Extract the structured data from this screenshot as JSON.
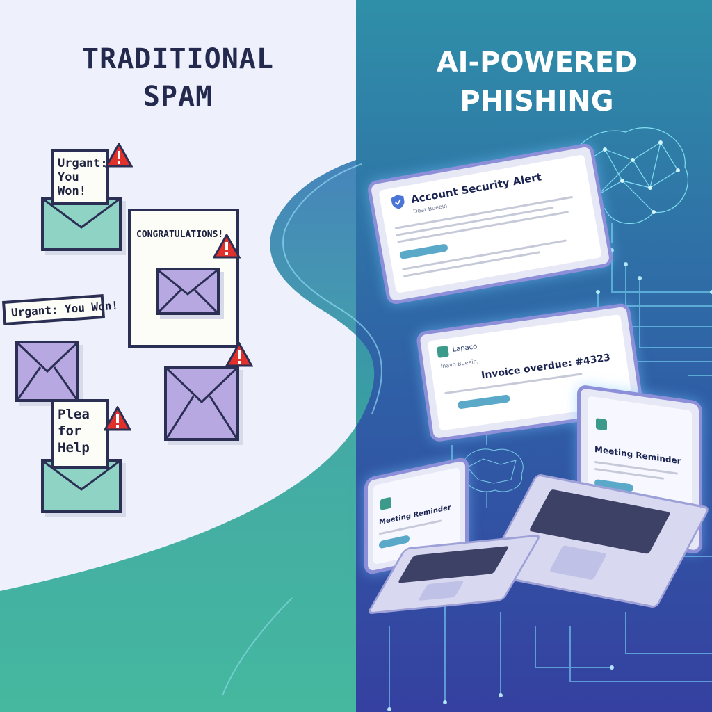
{
  "left_panel": {
    "title_line1": "TRADITIONAL",
    "title_line2": "SPAM",
    "items": [
      {
        "text_line1": "Urgant:",
        "text_line2": "You Won!"
      },
      {
        "text": "CONGRATULATIONS!"
      },
      {
        "text": "Urgant: You Won!"
      },
      {
        "text_line1": "Plea for",
        "text_line2": "Help"
      }
    ]
  },
  "right_panel": {
    "title_line1": "AI-POWERED",
    "title_line2": "PHISHING",
    "tablet_top": {
      "heading": "Account Security Alert",
      "greeting": "Dear Bueein,"
    },
    "tablet_mid": {
      "brand": "Lapaco",
      "greeting": "Inavo Bueein,",
      "heading": "Invoice overdue: #4323"
    },
    "laptop_right": {
      "heading": "Meeting Reminder"
    },
    "laptop_left": {
      "heading": "Meeting Reminder"
    }
  },
  "colors": {
    "left_bg": "#eef1fb",
    "right_bg_top": "#2f8fa8",
    "right_bg_bottom": "#3540a0",
    "wave": "#3aa6a0",
    "circuit_glow": "#7fe3ff",
    "envelope_purple": "#b7a8e2",
    "envelope_teal": "#8fd3c4",
    "warning_red": "#e0312d"
  },
  "icons": [
    "warning-icon",
    "envelope-icon",
    "shield-icon",
    "brain-network-icon",
    "circuit-lines-icon",
    "laptop-icon",
    "tablet-icon"
  ]
}
